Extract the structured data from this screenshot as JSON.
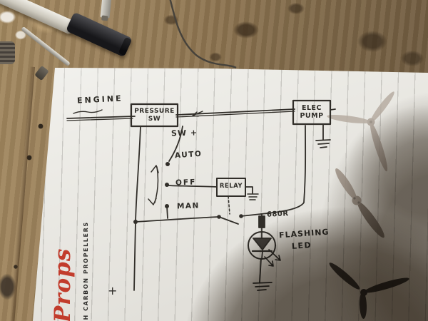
{
  "diagram": {
    "labels": {
      "engine": "ENGINE",
      "pressure_switch_line1": "PRESSURE",
      "pressure_switch_line2": "SW",
      "sw_plus": "SW +",
      "auto": "AUTO",
      "off": "OFF",
      "man": "MAN",
      "relay": "RELAY",
      "elec_pump_line1": "ELEC",
      "elec_pump_line2": "PUMP",
      "resistor": "680R",
      "flashing_line1": "FLASHING",
      "flashing_line2": "LED",
      "battery_plus": "+"
    },
    "components": [
      {
        "id": "engine-feed",
        "label": "ENGINE"
      },
      {
        "id": "pressure-switch",
        "label": "PRESSURE SW"
      },
      {
        "id": "switched-positive",
        "label": "SW +"
      },
      {
        "id": "selector-switch",
        "positions": [
          "AUTO",
          "OFF",
          "MAN"
        ]
      },
      {
        "id": "relay",
        "label": "RELAY"
      },
      {
        "id": "electric-pump",
        "label": "ELEC PUMP"
      },
      {
        "id": "resistor",
        "label": "680R"
      },
      {
        "id": "indicator",
        "label": "FLASHING LED"
      },
      {
        "id": "battery-positive",
        "label": "+"
      },
      {
        "id": "ground-symbols",
        "count": 3
      }
    ]
  },
  "stationery": {
    "brand_script": "-Props",
    "brand_subtext": "CH CARBON PROPELLERS",
    "brand_color": "#c23c2c"
  },
  "colors": {
    "ink": "#312e29",
    "paper": "#edece7",
    "rule_line": "#c8c7c2",
    "wood": "#8d7450",
    "shadow": "#48423c"
  }
}
